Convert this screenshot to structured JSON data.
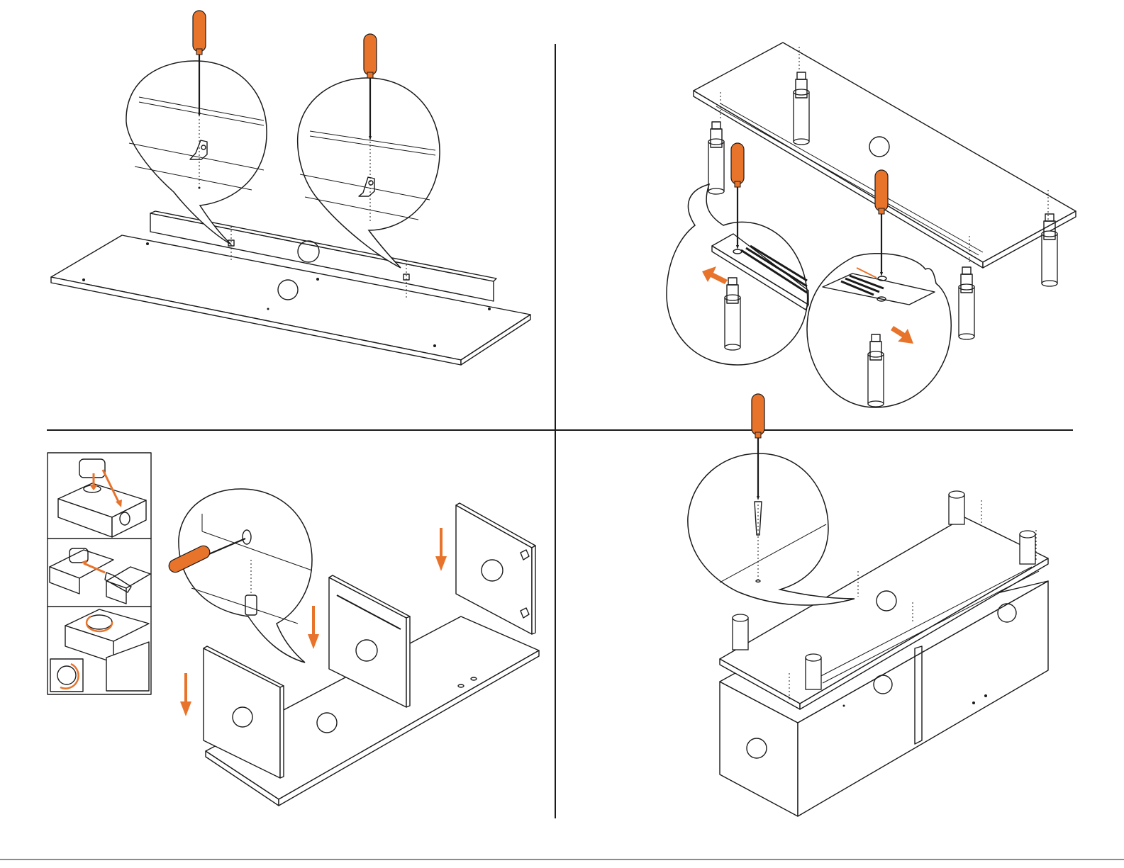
{
  "manual": {
    "steps": [
      {
        "id": "attach-back-rail",
        "tool": "screwdriver",
        "parts": [
          "angle-bracket",
          "screw"
        ]
      },
      {
        "id": "attach-legs-to-top",
        "tool": "screwdriver",
        "parts": [
          "leg",
          "leg-clip",
          "screw"
        ],
        "direction_arrows": 2
      },
      {
        "id": "insert-side-panels",
        "tool": "screwdriver",
        "parts": [
          "cam-lock",
          "dowel",
          "cam-bolt"
        ],
        "direction_arrows": 3
      },
      {
        "id": "screw-on-top-with-legs",
        "tool": "screwdriver",
        "parts": [
          "leg",
          "screw"
        ]
      }
    ],
    "cam_lock_instructions": [
      "insert-cam",
      "insert-bolt",
      "rotate-to-lock"
    ]
  },
  "colors": {
    "accent": "#e8732a",
    "line": "#1a1a1a",
    "background": "#ffffff"
  },
  "icons": [
    "screwdriver-icon",
    "arrow-icon",
    "rotate-icon"
  ]
}
